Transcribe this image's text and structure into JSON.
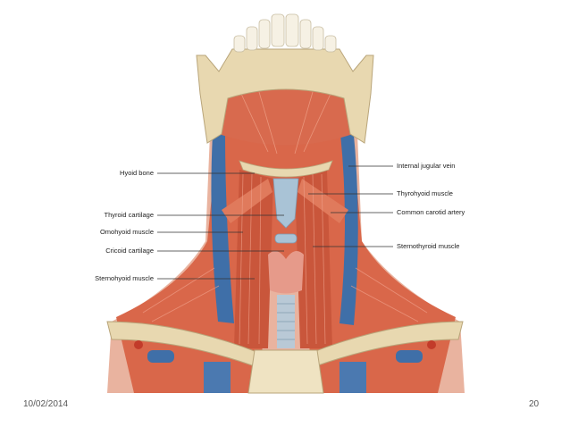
{
  "slide": {
    "date": "10/02/2014",
    "page_number": "20"
  },
  "labels": {
    "left": [
      "Hyoid bone",
      "Thyroid cartilage",
      "Omohyoid muscle",
      "Cricoid cartilage",
      "Sternohyoid muscle"
    ],
    "right": [
      "Internal jugular vein",
      "Thyrohyoid muscle",
      "Common carotid artery",
      "Sternothyroid muscle"
    ]
  },
  "colors": {
    "muscle": "#d9674a",
    "muscle_dark": "#b8452c",
    "bone": "#e8d8b0",
    "vein": "#3f6fa8",
    "cartilage": "#a9c3d6",
    "gland": "#e69a8a"
  }
}
